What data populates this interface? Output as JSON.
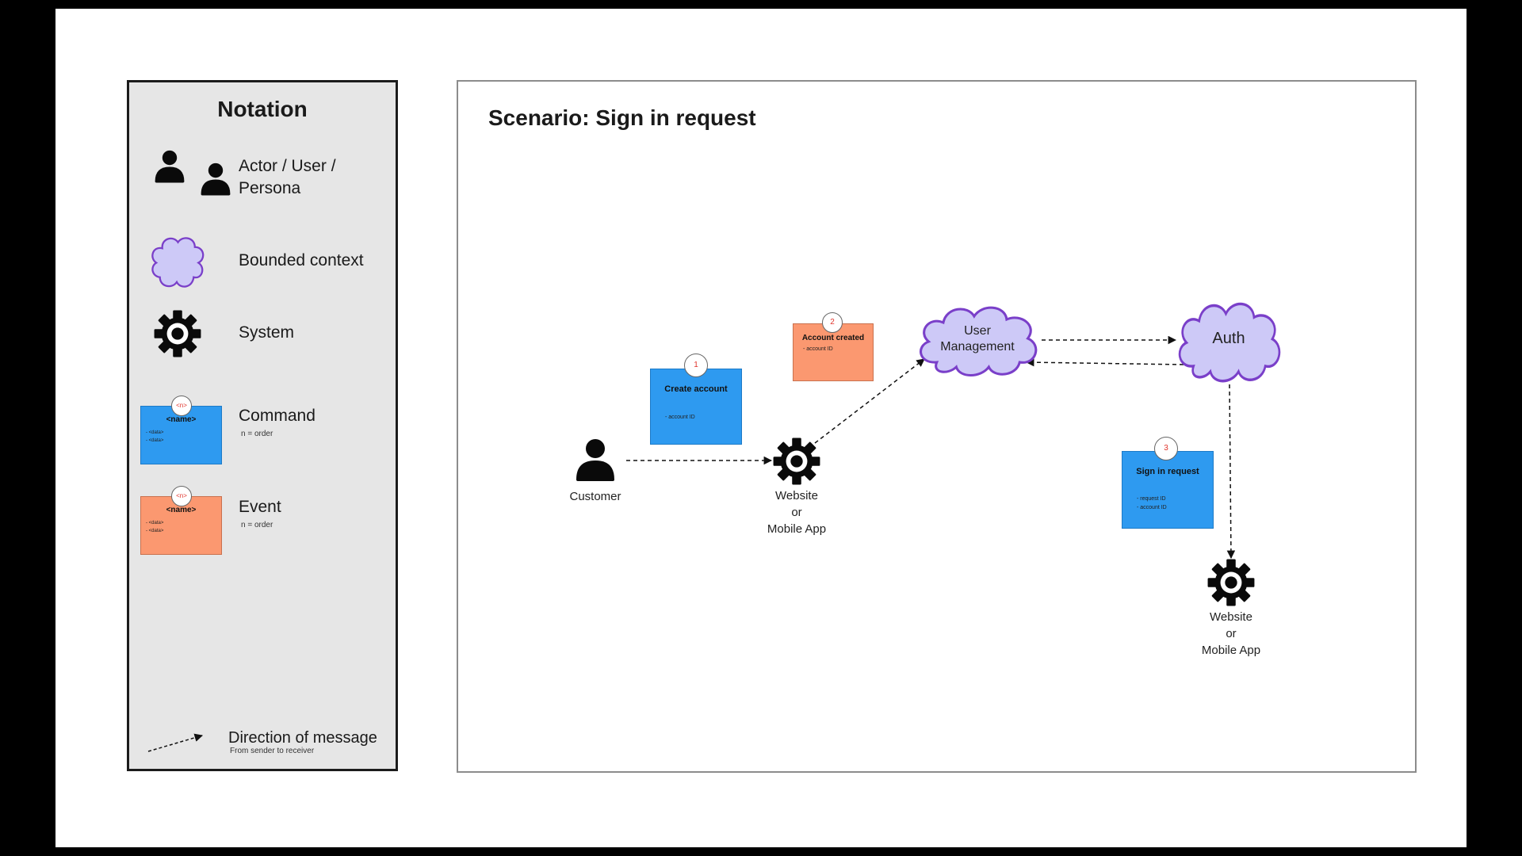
{
  "legend": {
    "title": "Notation",
    "actor_label": "Actor / User / Persona",
    "bounded_context_label": "Bounded context",
    "system_label": "System",
    "command_label": "Command",
    "command_note": "n = order",
    "command_sample": {
      "order": "<n>",
      "name": "<name>",
      "items": [
        "- <data>",
        "- <data>"
      ]
    },
    "event_label": "Event",
    "event_note": "n = order",
    "event_sample": {
      "order": "<n>",
      "name": "<name>",
      "items": [
        "- <data>",
        "- <data>"
      ]
    },
    "direction_label": "Direction of message",
    "direction_note": "From sender to receiver"
  },
  "scenario": {
    "title": "Scenario: Sign in request",
    "customer_label": "Customer",
    "system1_label": [
      "Website",
      "or",
      "Mobile App"
    ],
    "system2_label": [
      "Website",
      "or",
      "Mobile App"
    ],
    "user_management_label": [
      "User",
      "Management"
    ],
    "auth_label": "Auth",
    "command1": {
      "order": "1",
      "name": "Create account",
      "items": [
        "-   account ID"
      ]
    },
    "event2": {
      "order": "2",
      "name": "Account created",
      "items": [
        "-   account ID"
      ]
    },
    "command3": {
      "order": "3",
      "name": "Sign in request",
      "items": [
        "-   request ID",
        "-   account ID"
      ]
    }
  },
  "colors": {
    "command": "#2e9af0",
    "event": "#fb9870",
    "bounded_context_fill": "#cdc9f7",
    "bounded_context_stroke": "#7a3fc9",
    "order_number": "#e0342c"
  },
  "icons": [
    "person-icon",
    "cloud-icon",
    "gear-icon",
    "dashed-arrow-icon"
  ]
}
